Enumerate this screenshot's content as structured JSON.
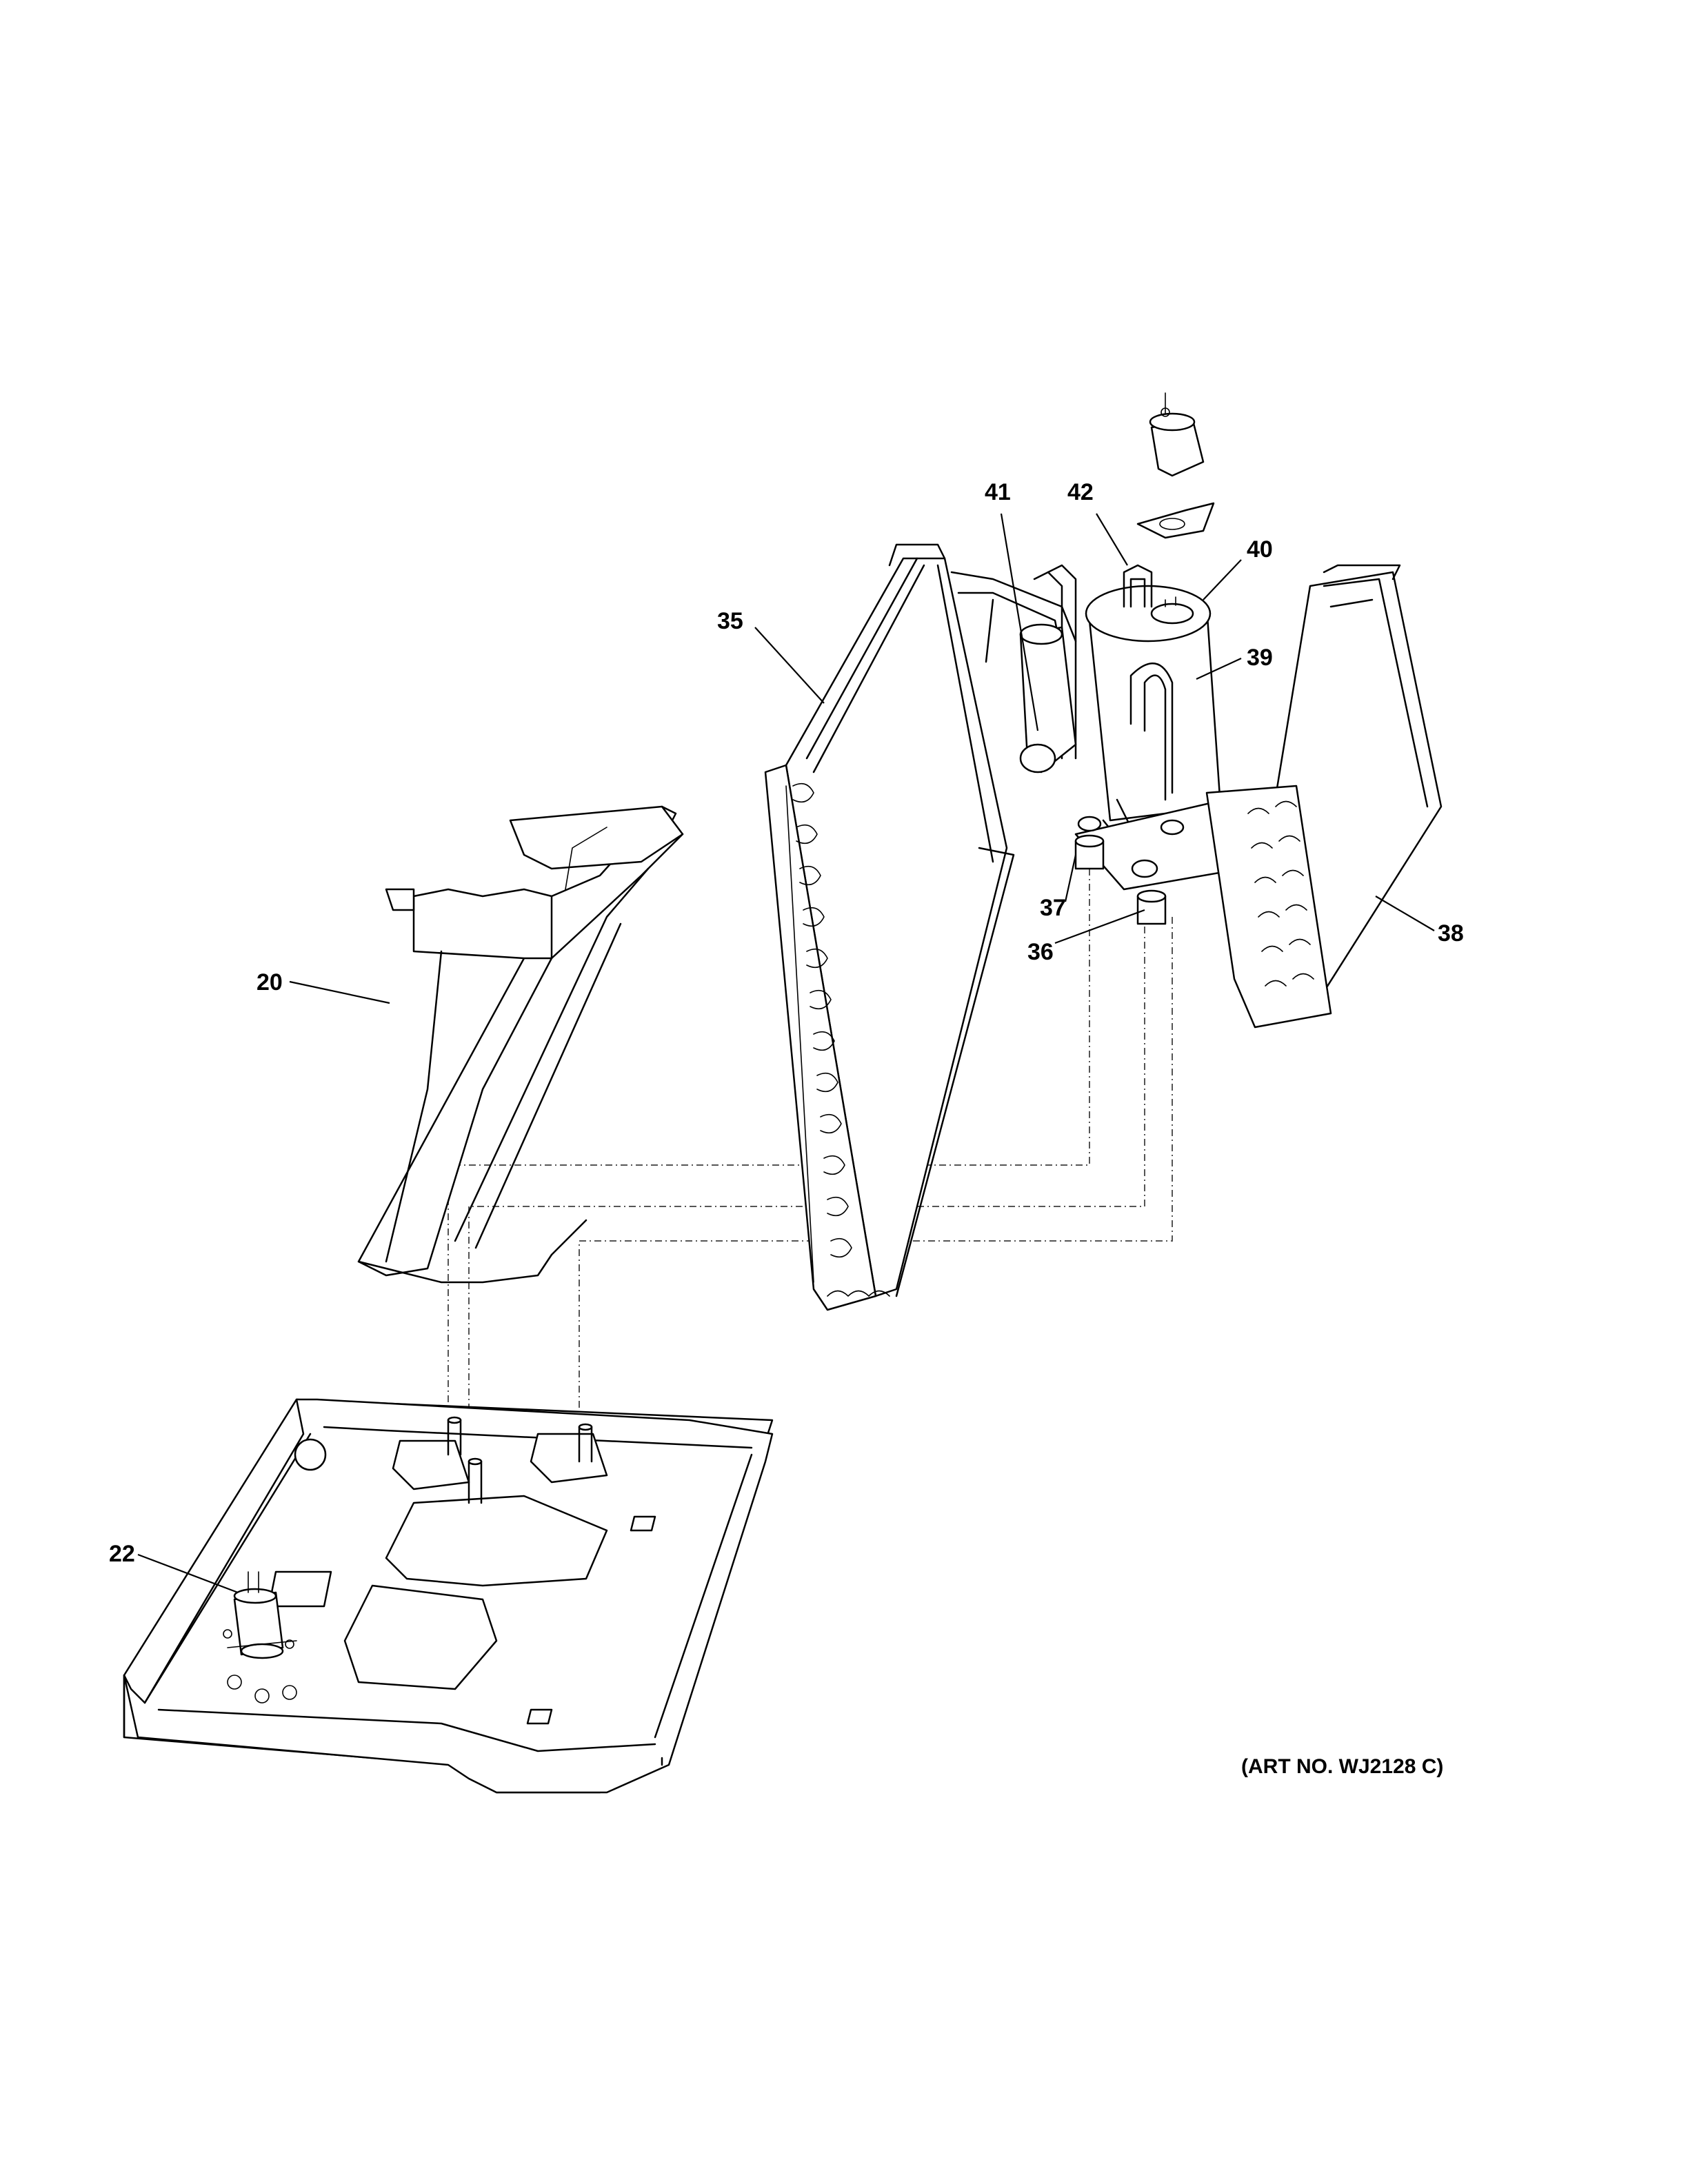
{
  "callouts": {
    "c20": "20",
    "c22": "22",
    "c35": "35",
    "c36": "36",
    "c37": "37",
    "c38": "38",
    "c39": "39",
    "c40": "40",
    "c41": "41",
    "c42": "42"
  },
  "art_number": "(ART NO. WJ2128 C)"
}
